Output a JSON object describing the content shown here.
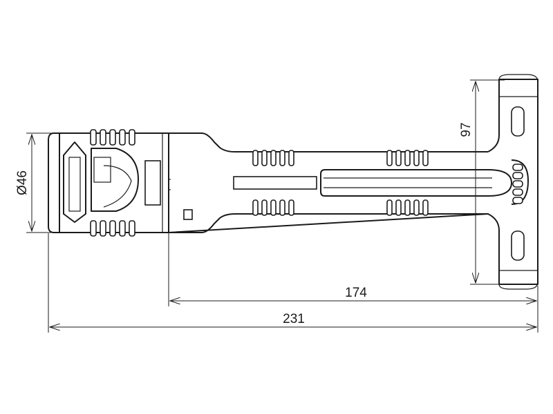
{
  "dimensions": {
    "diameter": "Ø46",
    "height": "97",
    "inner_length": "174",
    "overall_length": "231"
  },
  "colors": {
    "line": "#1a1a1a",
    "background": "#ffffff"
  }
}
